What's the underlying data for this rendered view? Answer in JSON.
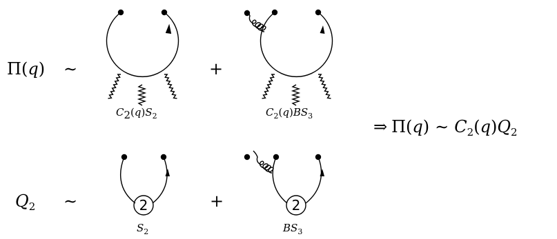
{
  "row1": {
    "lhs": {
      "sym": "Π",
      "open": "(",
      "var": "q",
      "close": ")"
    },
    "sim": "∼",
    "plus": "+",
    "diagram1_label": {
      "C": "C",
      "C_sub": "2",
      "open": "(",
      "q": "q",
      "close": ")",
      "S": "S",
      "S_sub": "2"
    },
    "diagram2_label": {
      "C": "C",
      "C_sub": "2",
      "open": "(",
      "q": "q",
      "close": ")",
      "B": "B",
      "S": "S",
      "S_sub": "3"
    }
  },
  "row2": {
    "lhs": {
      "sym": "Q",
      "sub": "2"
    },
    "sim": "∼",
    "plus": "+",
    "vertex_number": "2",
    "diagram3_label": {
      "S": "S",
      "S_sub": "2"
    },
    "diagram4_label": {
      "B": "B",
      "S": "S",
      "S_sub": "3"
    }
  },
  "result": {
    "arrow": "⇒",
    "sym": "Π",
    "open": "(",
    "var": "q",
    "close": ")",
    "sim": "∼",
    "C": "C",
    "C_sub": "2",
    "open2": "(",
    "q2": "q",
    "close2": ")",
    "Q": "Q",
    "Q_sub": "2"
  }
}
